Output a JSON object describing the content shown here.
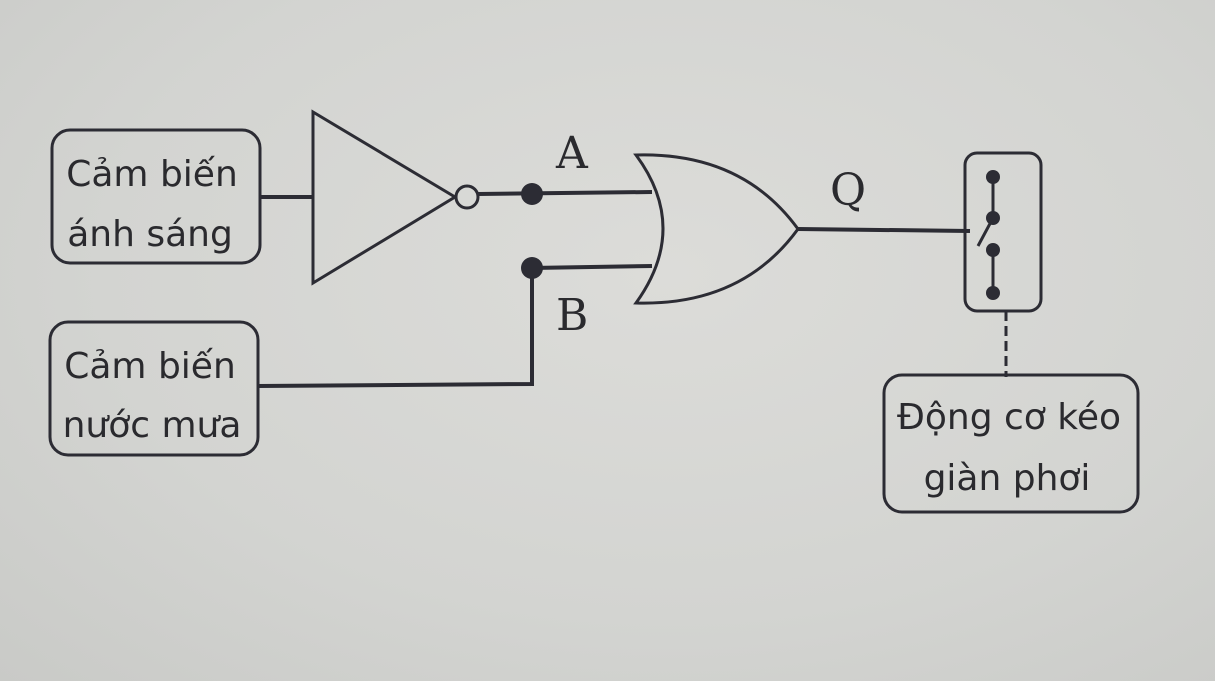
{
  "diagram": {
    "light_sensor": {
      "line1": "Cảm biến",
      "line2": "ánh sáng"
    },
    "rain_sensor": {
      "line1": "Cảm biến",
      "line2": "nước mưa"
    },
    "motor": {
      "line1": "Động cơ kéo",
      "line2": "giàn phơi"
    },
    "labels": {
      "a": "A",
      "b": "B",
      "q": "Q"
    }
  },
  "colors": {
    "ink": "#2c2c34",
    "paper": "#d4d5d2"
  }
}
